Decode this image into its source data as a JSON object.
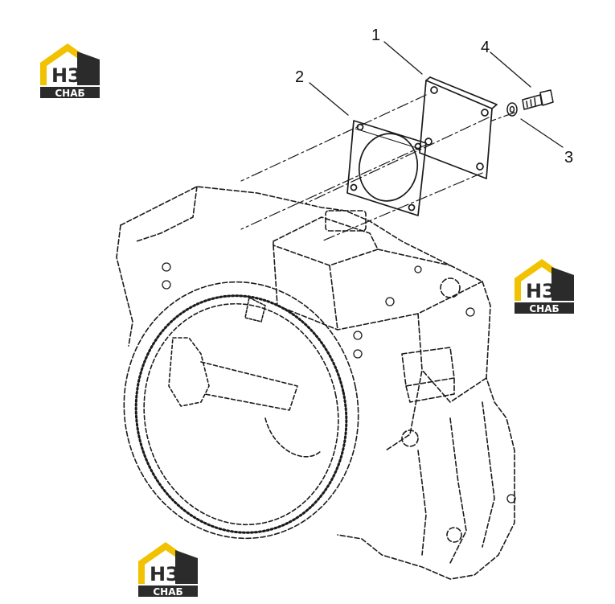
{
  "colors": {
    "logo_yellow": "#f2c200",
    "logo_dark": "#2b2b2b",
    "line": "#1a1a1a",
    "background": "#ffffff"
  },
  "logo": {
    "top_text": "НЗ",
    "bottom_text": "СНАБ",
    "icon": "house-logo-icon"
  },
  "callouts": [
    {
      "label": "1"
    },
    {
      "label": "2"
    },
    {
      "label": "3"
    },
    {
      "label": "4"
    }
  ]
}
